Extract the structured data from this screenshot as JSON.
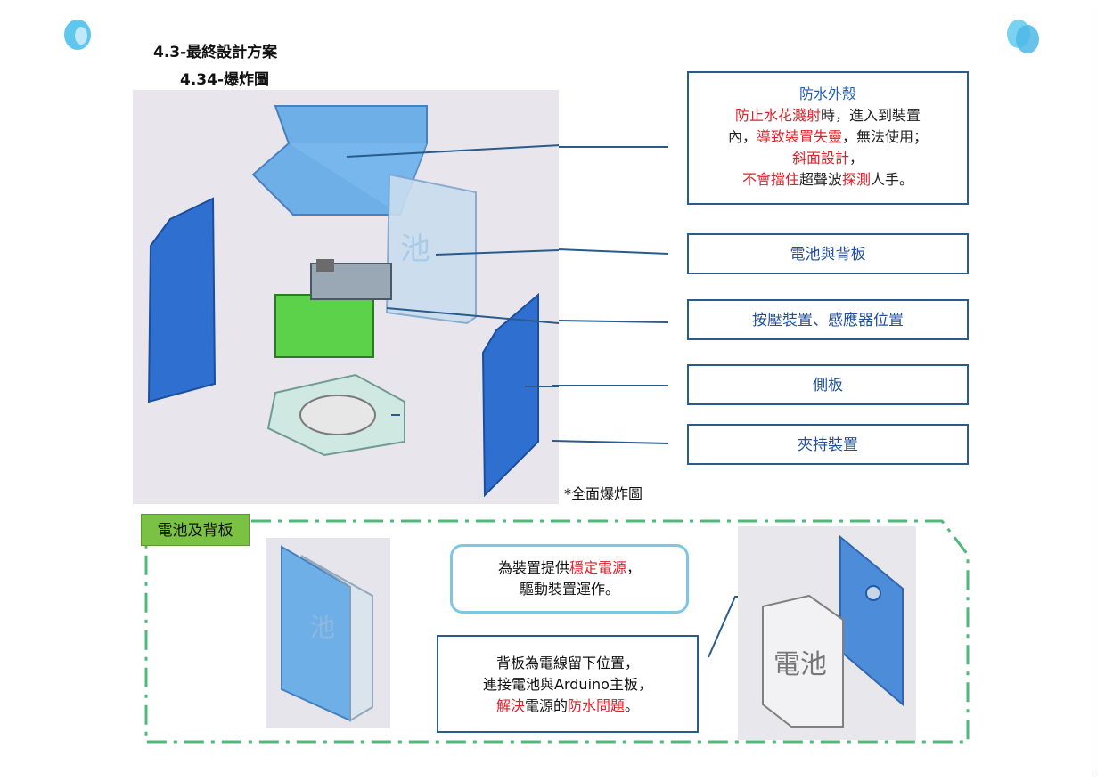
{
  "header": {
    "section_title": "4.3-最終設計方案",
    "subsection_title": "4.34-爆炸圖"
  },
  "callouts": {
    "shell": {
      "title": "防水外殼",
      "line1_red": "防止水花濺射",
      "line1_rest": "時，進入到裝置",
      "line2_a": "內，",
      "line2_red": "導致裝置失靈",
      "line2_b": "，無法使用；",
      "line3_red": "斜面設計",
      "line3_b": "，",
      "line4_red1": "不會擋住",
      "line4_a": "超聲波",
      "line4_red2": "探測",
      "line4_b": "人手。"
    },
    "battery": "電池與背板",
    "press": "按壓裝置、感應器位置",
    "side": "側板",
    "clamp": "夾持裝置"
  },
  "note": "*全面爆炸圖",
  "detail": {
    "label": "電池及背板",
    "desc1_a": "為裝置提供",
    "desc1_red": "穩定電源",
    "desc1_b": "，",
    "desc1_line2": "驅動裝置運作。",
    "desc2_line1": "背板為電線留下位置，",
    "desc2_line2": "連接電池與Arduino主板，",
    "desc2_red1": "解決",
    "desc2_mid": "電源的",
    "desc2_red2": "防水問題",
    "desc2_end": "。"
  },
  "colors": {
    "panel_blue": "#2f6fd0",
    "shell_blue": "#5aa6e8",
    "accent_red": "#e0202a",
    "callout_border": "#2a5b8c",
    "section_green": "#7ac144",
    "dash_green": "#4fb87a"
  }
}
